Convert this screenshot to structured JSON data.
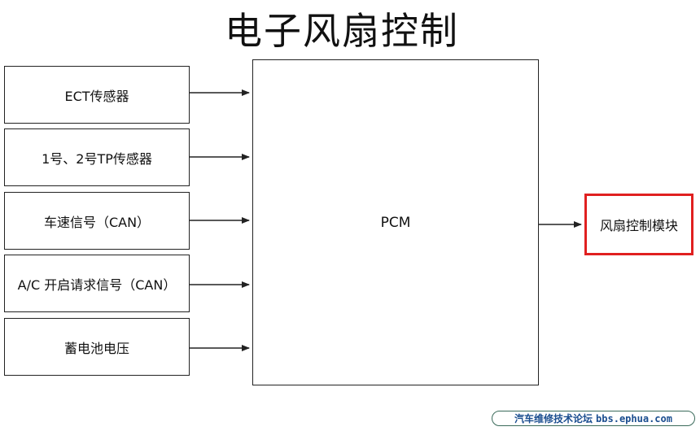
{
  "title": "电子风扇控制",
  "inputs": [
    {
      "label": "ECT传感器"
    },
    {
      "label": "1号、2号TP传感器"
    },
    {
      "label": "车速信号（CAN）"
    },
    {
      "label": "A/C 开启请求信号（CAN）"
    },
    {
      "label": "蓄电池电压"
    }
  ],
  "controller": {
    "label": "PCM"
  },
  "output": {
    "label": "风扇控制模块",
    "highlight_color": "#e02020"
  },
  "watermark": {
    "text": "汽车维修技术论坛",
    "url": "bbs.ephua.com"
  }
}
